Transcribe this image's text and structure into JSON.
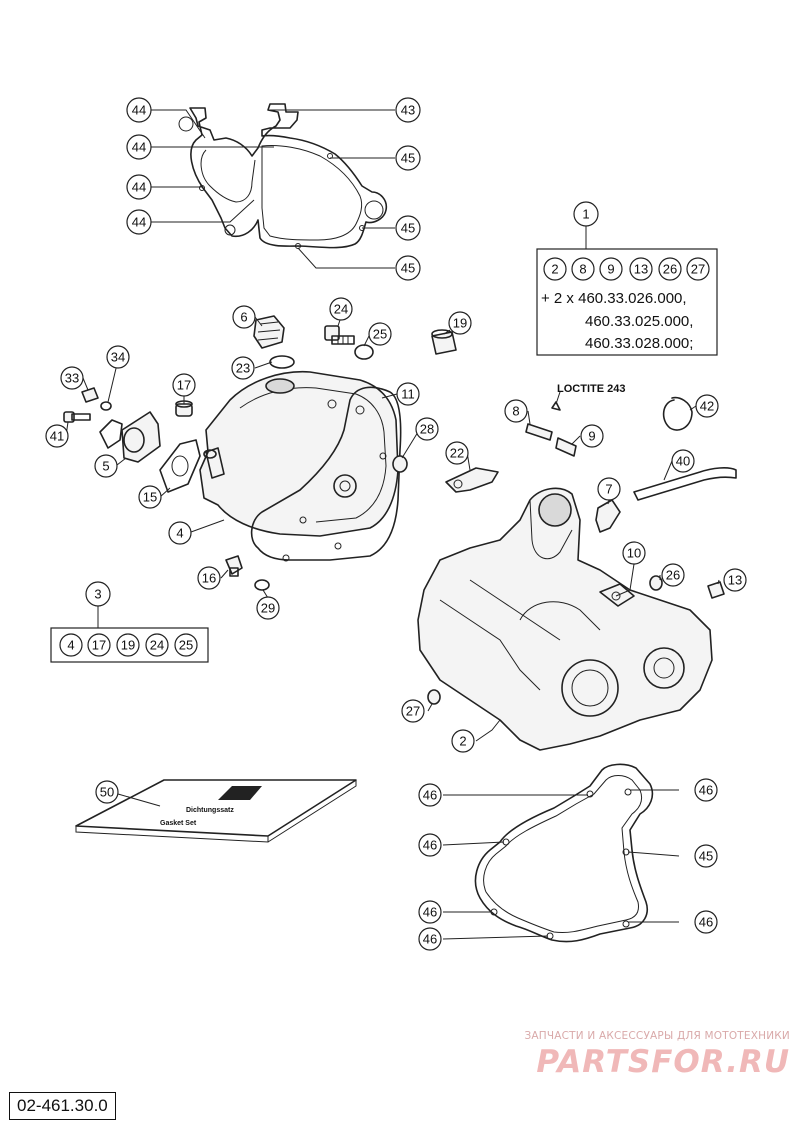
{
  "drawing_number": "02-461.30.0",
  "watermark": {
    "tagline": "ЗАПЧАСТИ И АКСЕССУАРЫ ДЛЯ МОТОТЕХНИКИ",
    "logo": "PARTSFOR.RU"
  },
  "annotation": {
    "loctite": "LOCTITE 243"
  },
  "kit_box_1": {
    "ref": "1",
    "items": [
      "2",
      "8",
      "9",
      "13",
      "26",
      "27"
    ],
    "line1": "+ 2 x 460.33.026.000,",
    "line2": "460.33.025.000,",
    "line3": "460.33.028.000;"
  },
  "kit_box_3": {
    "ref": "3",
    "items": [
      "4",
      "17",
      "19",
      "24",
      "25"
    ]
  },
  "booklet": {
    "line1": "Dichtungssatz",
    "line2": "Gasket Set"
  },
  "callouts": [
    {
      "id": "c44a",
      "label": "44"
    },
    {
      "id": "c44b",
      "label": "44"
    },
    {
      "id": "c44c",
      "label": "44"
    },
    {
      "id": "c44d",
      "label": "44"
    },
    {
      "id": "c43",
      "label": "43"
    },
    {
      "id": "c45a",
      "label": "45"
    },
    {
      "id": "c45b",
      "label": "45"
    },
    {
      "id": "c45c",
      "label": "45"
    },
    {
      "id": "c6",
      "label": "6"
    },
    {
      "id": "c24",
      "label": "24"
    },
    {
      "id": "c25",
      "label": "25"
    },
    {
      "id": "c19",
      "label": "19"
    },
    {
      "id": "c23",
      "label": "23"
    },
    {
      "id": "c34",
      "label": "34"
    },
    {
      "id": "c33",
      "label": "33"
    },
    {
      "id": "c17",
      "label": "17"
    },
    {
      "id": "c11",
      "label": "11"
    },
    {
      "id": "c41",
      "label": "41"
    },
    {
      "id": "c5",
      "label": "5"
    },
    {
      "id": "c15",
      "label": "15"
    },
    {
      "id": "c28",
      "label": "28"
    },
    {
      "id": "c22",
      "label": "22"
    },
    {
      "id": "c4",
      "label": "4"
    },
    {
      "id": "c16",
      "label": "16"
    },
    {
      "id": "c29",
      "label": "29"
    },
    {
      "id": "c8",
      "label": "8"
    },
    {
      "id": "c9",
      "label": "9"
    },
    {
      "id": "c42",
      "label": "42"
    },
    {
      "id": "c40",
      "label": "40"
    },
    {
      "id": "c7",
      "label": "7"
    },
    {
      "id": "c10",
      "label": "10"
    },
    {
      "id": "c26",
      "label": "26"
    },
    {
      "id": "c13",
      "label": "13"
    },
    {
      "id": "c27",
      "label": "27"
    },
    {
      "id": "c2",
      "label": "2"
    },
    {
      "id": "c50",
      "label": "50"
    },
    {
      "id": "c46a",
      "label": "46"
    },
    {
      "id": "c46b",
      "label": "46"
    },
    {
      "id": "c46c",
      "label": "46"
    },
    {
      "id": "c46d",
      "label": "46"
    },
    {
      "id": "c46e",
      "label": "46"
    },
    {
      "id": "c46f",
      "label": "46"
    },
    {
      "id": "c45d",
      "label": "45"
    }
  ]
}
